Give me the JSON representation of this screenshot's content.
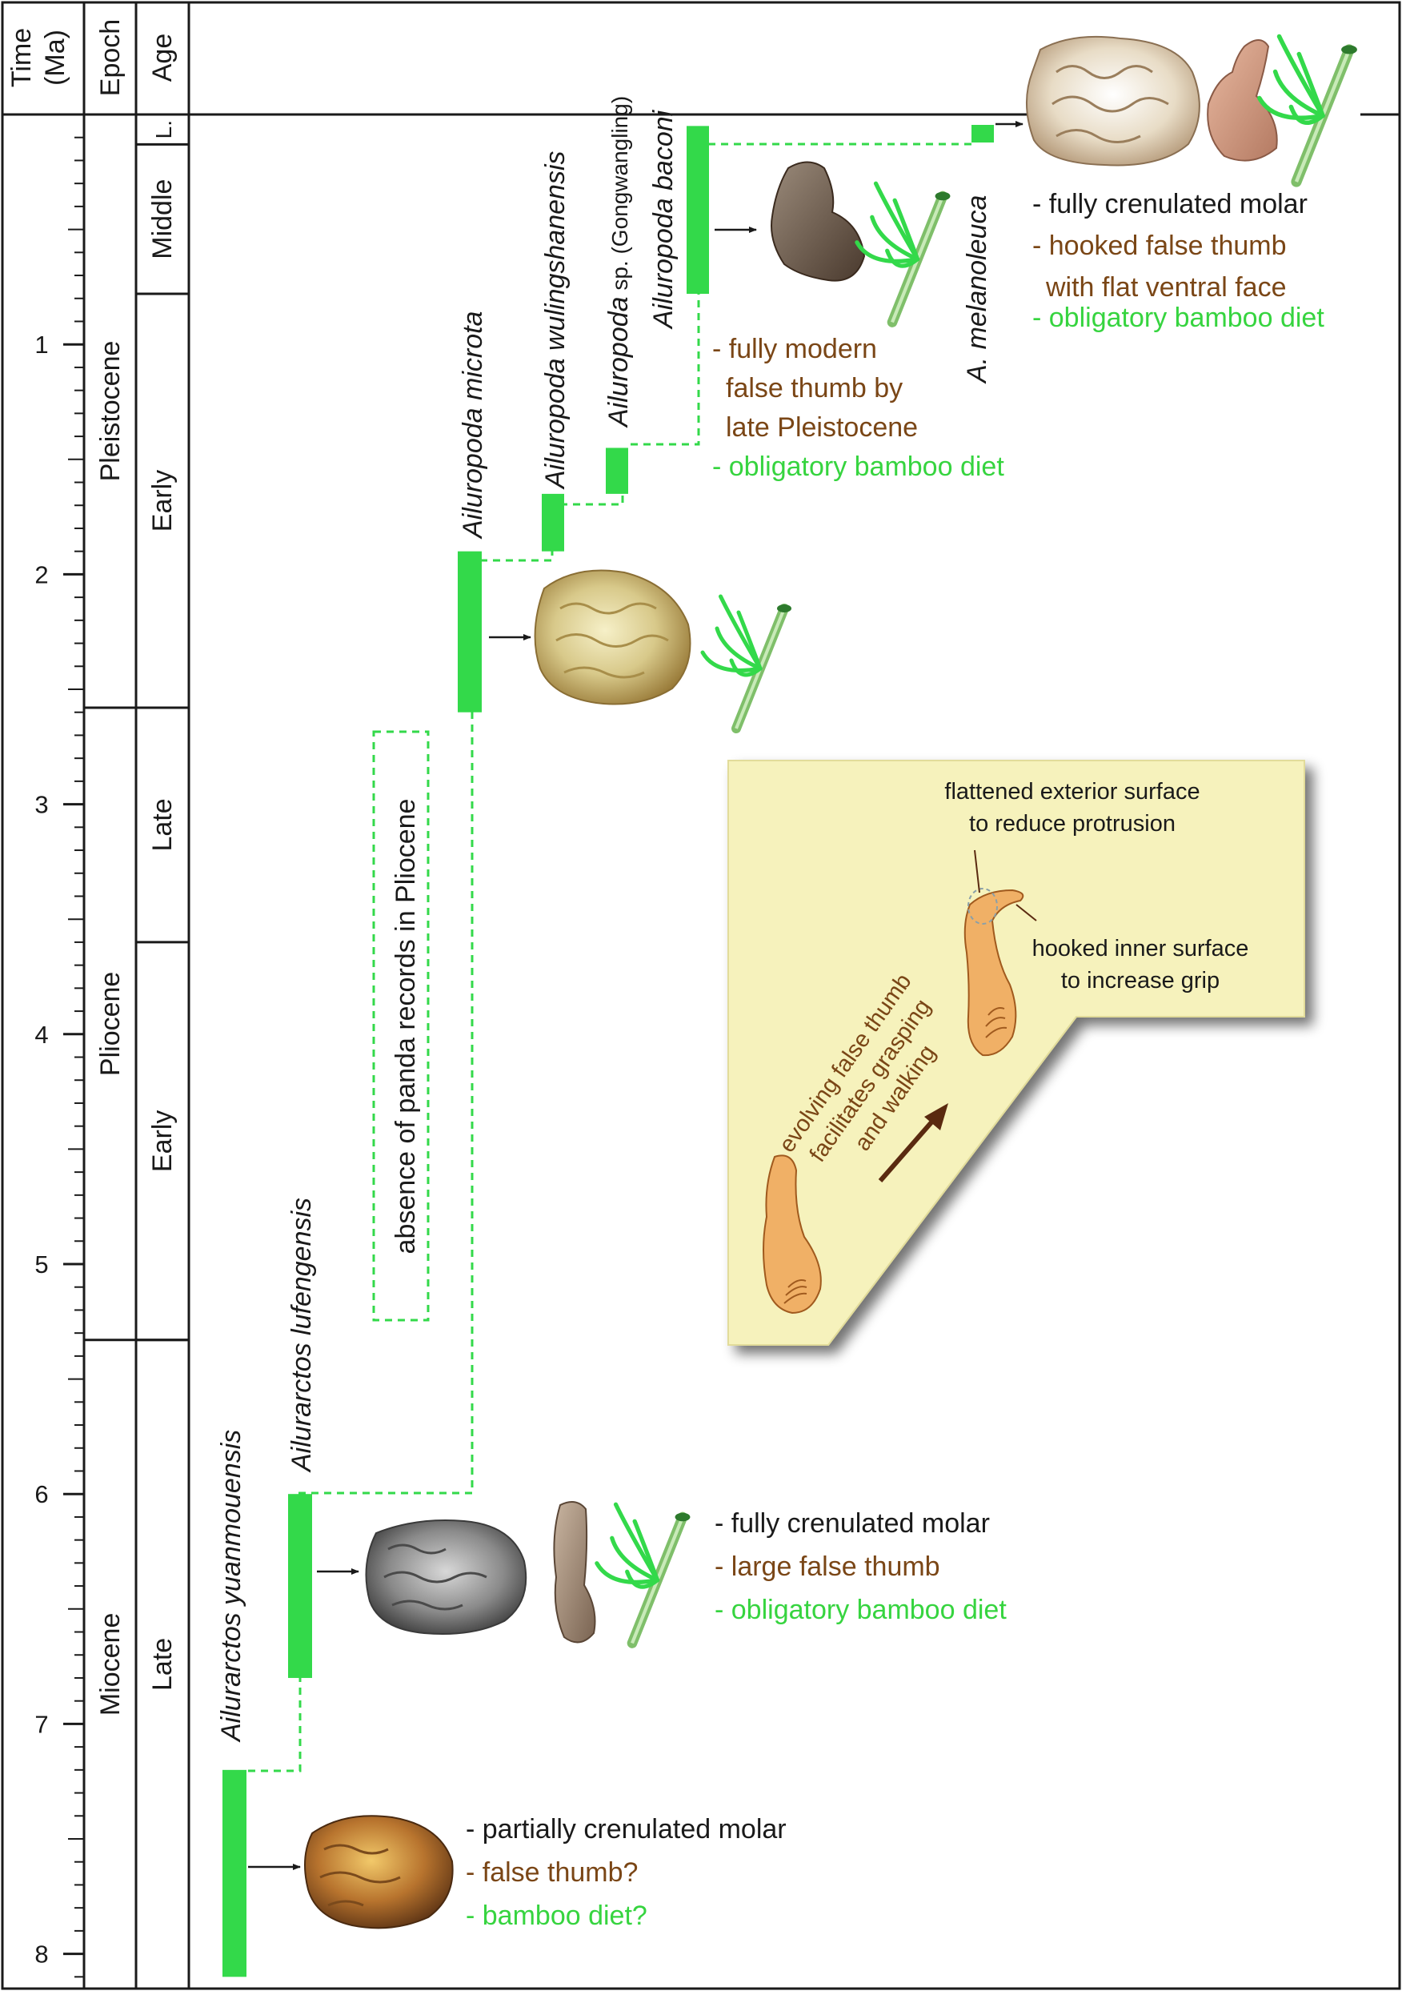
{
  "header": {
    "time_col": [
      "Time",
      "(Ma)"
    ],
    "epoch_col": "Epoch",
    "age_col": "Age"
  },
  "time_ticks": [
    "1",
    "2",
    "3",
    "4",
    "5",
    "6",
    "7",
    "8"
  ],
  "epochs": [
    {
      "label": "Pleistocene",
      "start_ma": 0.0,
      "end_ma": 2.58
    },
    {
      "label": "Pliocene",
      "start_ma": 2.58,
      "end_ma": 5.33
    },
    {
      "label": "Miocene",
      "start_ma": 5.33,
      "end_ma": 8.2
    }
  ],
  "ages": [
    {
      "label": "L.",
      "start_ma": 0.0,
      "end_ma": 0.13
    },
    {
      "label": "Middle",
      "start_ma": 0.13,
      "end_ma": 0.78
    },
    {
      "label": "Early",
      "start_ma": 0.78,
      "end_ma": 2.58
    },
    {
      "label": "Late",
      "start_ma": 2.58,
      "end_ma": 3.6
    },
    {
      "label": "Early",
      "start_ma": 3.6,
      "end_ma": 5.33
    },
    {
      "label": "Late",
      "start_ma": 5.33,
      "end_ma": 8.2
    }
  ],
  "taxa": [
    {
      "id": "yuanmouensis",
      "name": "Ailurarctos yuanmouensis",
      "start_ma": 7.2,
      "end_ma": 8.1
    },
    {
      "id": "lufengensis",
      "name": "Ailurarctos lufengensis",
      "start_ma": 6.0,
      "end_ma": 6.8
    },
    {
      "id": "microta",
      "name": "Ailuropoda microta",
      "start_ma": 1.9,
      "end_ma": 2.6
    },
    {
      "id": "wulingshanensis",
      "name": "Ailuropoda wulingshanensis",
      "start_ma": 1.65,
      "end_ma": 1.9
    },
    {
      "id": "gongwangling",
      "name_genus": "Ailuropoda",
      "name_suffix": " sp. (Gongwangling)",
      "start_ma": 1.45,
      "end_ma": 1.65
    },
    {
      "id": "baconi",
      "name": "Ailuropoda baconi",
      "start_ma": 0.05,
      "end_ma": 0.78
    },
    {
      "id": "melanoleuca",
      "name": "A. melanoleuca",
      "start_ma": 0.0,
      "end_ma": 0.12
    }
  ],
  "gap_note": "absence of panda records in Pliocene",
  "trait_lists": {
    "melanoleuca": [
      "- fully crenulated molar",
      "- hooked false thumb",
      "with flat ventral face",
      "- obligatory bamboo diet"
    ],
    "baconi": [
      "- fully modern",
      "false thumb by",
      "late Pleistocene",
      "- obligatory bamboo diet"
    ],
    "lufengensis": [
      "- fully crenulated molar",
      "- large false thumb",
      "- obligatory bamboo diet"
    ],
    "yuanmouensis": [
      "- partially crenulated molar",
      "- false thumb?",
      "- bamboo diet?"
    ]
  },
  "inset": {
    "top_label": [
      "flattened exterior surface",
      "to reduce protrusion"
    ],
    "side_label": [
      "hooked inner surface",
      "to increase grip"
    ],
    "diagonal_label": [
      "evolving false thumb",
      "facilitates grasping",
      "and walking"
    ]
  },
  "colors": {
    "bar_green": "#33d94a",
    "trait_black": "#1a1a1a",
    "trait_brown": "#7a4616",
    "trait_green": "#36d43f",
    "inset_fill": "#f6f2bc",
    "bone_orange": "#f0b066",
    "arrow_brown": "#5a2a10"
  }
}
